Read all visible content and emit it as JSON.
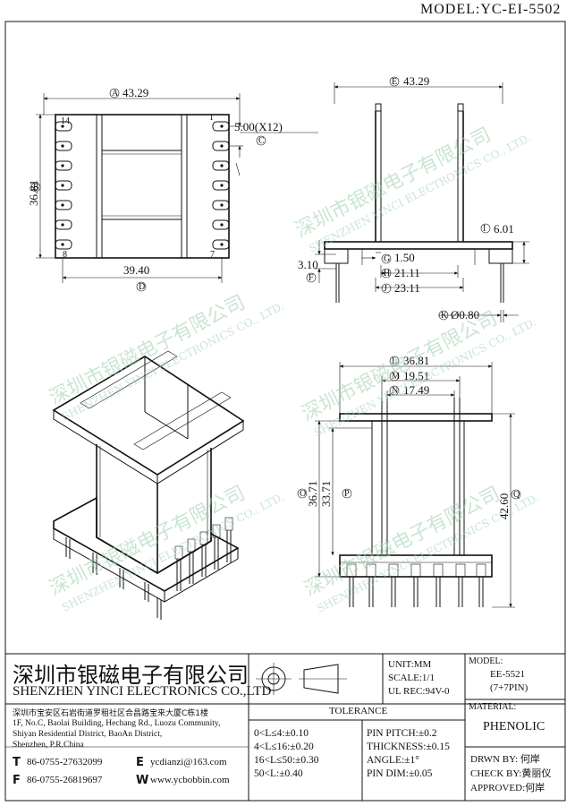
{
  "model_label": "MODEL:YC-EI-5502",
  "top_view": {
    "width_dim": "43.29",
    "width_ref": "A",
    "height_dim": "36.81",
    "height_ref": "B",
    "pitch_dim": "5.00(X12)",
    "pitch_ref": "C",
    "bottom_dim": "39.40",
    "bottom_ref": "D",
    "pin_14": "14",
    "pin_1": "1",
    "pin_8": "8",
    "pin_7": "7"
  },
  "side_view": {
    "width_dim": "43.29",
    "width_ref": "E",
    "flange_dim": "6.01",
    "flange_ref": "I",
    "wall_dim": "1.50",
    "wall_ref": "G",
    "inner_dim": "21.11",
    "inner_ref": "H",
    "outer_dim": "23.11",
    "outer_ref": "J",
    "pin_height_dim": "3.10",
    "pin_height_ref": "F",
    "pin_dia_dim": "Ø0.80",
    "pin_dia_ref": "K"
  },
  "front_view": {
    "top_width_dim": "36.81",
    "top_width_ref": "L",
    "core_outer_dim": "19.51",
    "core_outer_ref": "M",
    "core_inner_dim": "17.49",
    "core_inner_ref": "N",
    "height1_dim": "36.71",
    "height1_ref": "O",
    "height2_dim": "33.71",
    "height2_ref": "P",
    "total_height_dim": "42.60",
    "total_height_ref": "Q"
  },
  "watermark": {
    "cn": "深圳市银磁电子有限公司",
    "en": "SHENZHEN YINCI ELECTRONICS CO., LTD."
  },
  "title_block": {
    "company_cn": "深圳市银磁电子有限公司",
    "company_en": "SHENZHEN YINCI ELECTRONICS CO.,LTD",
    "address_cn": "深圳市宝安区石岩街道罗租社区合昌路宝来大厦C栋1楼",
    "address_en_1": "1F, No.C, Baolai Building, Hechang Rd., Luozu Community,",
    "address_en_2": "Shiyan Residential District, BaoAn District,",
    "address_en_3": "Shenzhen, P.R.China",
    "tel_label": "T",
    "tel": "86-0755-27632099",
    "fax_label": "F",
    "fax": "86-0755-26819697",
    "email_label": "E",
    "email": "ycdianzi@163.com",
    "web_label": "W",
    "web": "www.ycbobbin.com",
    "unit": "UNIT:MM",
    "scale": "SCALE:1/1",
    "ul_rec": "UL REC:94V-0",
    "model_hdr": "MODEL:",
    "model_val": "EE-5521",
    "model_pins": "(7+7PIN)",
    "material_hdr": "MATERIAL:",
    "material_val": "PHENOLIC",
    "tolerance_hdr": "TOLERANCE",
    "tol_rows": [
      "0<L≤4:±0.10",
      "4<L≤16:±0.20",
      "16<L≤50:±0.30",
      "50<L:±0.40"
    ],
    "tol_right": [
      "PIN PITCH:±0.2",
      "THICKNESS:±0.15",
      "ANGLE:±1°",
      "PIN DIM:±0.05"
    ],
    "drwn_by": "DRWN BY: 何岸",
    "check_by": "CHECK BY:黄丽仪",
    "approved": "APPROVED:何岸"
  }
}
